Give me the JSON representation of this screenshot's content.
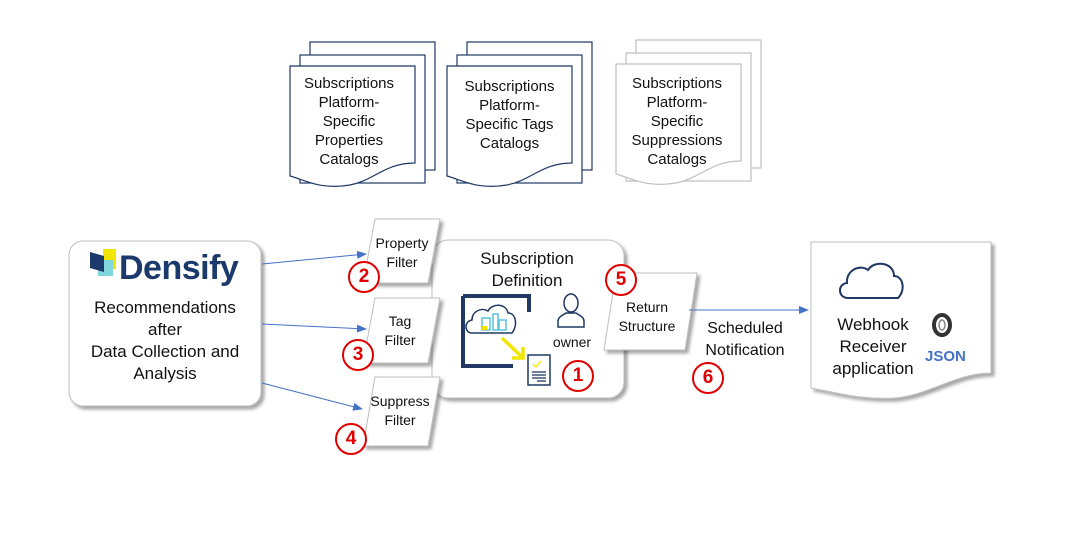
{
  "catalogs": [
    {
      "id": "properties",
      "label": "Subscriptions\nPlatform-\nSpecific\nProperties\nCatalogs",
      "style": "dark"
    },
    {
      "id": "tags",
      "label": "Subscriptions\nPlatform-\nSpecific Tags\nCatalogs",
      "style": "dark"
    },
    {
      "id": "suppressions",
      "label": "Subscriptions\nPlatform-\nSpecific\nSuppressions\nCatalogs",
      "style": "light"
    }
  ],
  "source": {
    "logo_text": "Densify",
    "label": "Recommendations\nafter\nData Collection and\nAnalysis"
  },
  "filters": [
    {
      "id": "property",
      "label": "Property\nFilter",
      "step": "2"
    },
    {
      "id": "tag",
      "label": "Tag\nFilter",
      "step": "3"
    },
    {
      "id": "suppress",
      "label": "Suppress\nFilter",
      "step": "4"
    }
  ],
  "subscription": {
    "title": "Subscription\nDefinition",
    "owner_label": "owner",
    "step": "1"
  },
  "return_structure": {
    "label": "Return\nStructure",
    "step": "5"
  },
  "notification": {
    "label": "Scheduled\nNotification",
    "step": "6"
  },
  "receiver": {
    "label": "Webhook\nReceiver\napplication",
    "json_label": "JSON"
  },
  "colors": {
    "dark_outline": "#1f3864",
    "light_outline": "#bfbfbf",
    "arrow": "#4472c4",
    "step_badge": "#e00000",
    "brand_navy": "#1b3a6b",
    "brand_yellow": "#f2e600",
    "brand_cyan": "#7fd6dc",
    "json_blue": "#4472c4"
  }
}
